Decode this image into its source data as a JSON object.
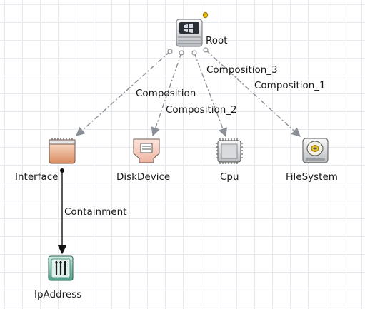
{
  "diagram": {
    "nodes": [
      {
        "id": "root",
        "label": "Root",
        "icon": "windows-server-icon"
      },
      {
        "id": "interface",
        "label": "Interface",
        "icon": "network-interface-icon"
      },
      {
        "id": "diskdevice",
        "label": "DiskDevice",
        "icon": "disk-device-icon"
      },
      {
        "id": "cpu",
        "label": "Cpu",
        "icon": "cpu-chip-icon"
      },
      {
        "id": "filesystem",
        "label": "FileSystem",
        "icon": "filesystem-drive-icon"
      },
      {
        "id": "ipaddress",
        "label": "IpAddress",
        "icon": "ip-address-icon"
      }
    ],
    "edges": [
      {
        "from": "root",
        "to": "interface",
        "label": "Composition",
        "style": "dash-dot"
      },
      {
        "from": "root",
        "to": "diskdevice",
        "label": "Composition_2",
        "style": "dash-dot"
      },
      {
        "from": "root",
        "to": "cpu",
        "label": "Composition_3",
        "style": "dash-dot"
      },
      {
        "from": "root",
        "to": "filesystem",
        "label": "Composition_1",
        "style": "dash-dot"
      },
      {
        "from": "interface",
        "to": "ipaddress",
        "label": "Containment",
        "style": "solid"
      }
    ],
    "colors": {
      "composition_edge": "#8a8f96",
      "containment_edge": "#111111",
      "status_dot": "#e0b400",
      "disk_body": "#f3c9b8",
      "interface_body": "#e6a27a",
      "ip_body": "#3c8c74"
    }
  }
}
